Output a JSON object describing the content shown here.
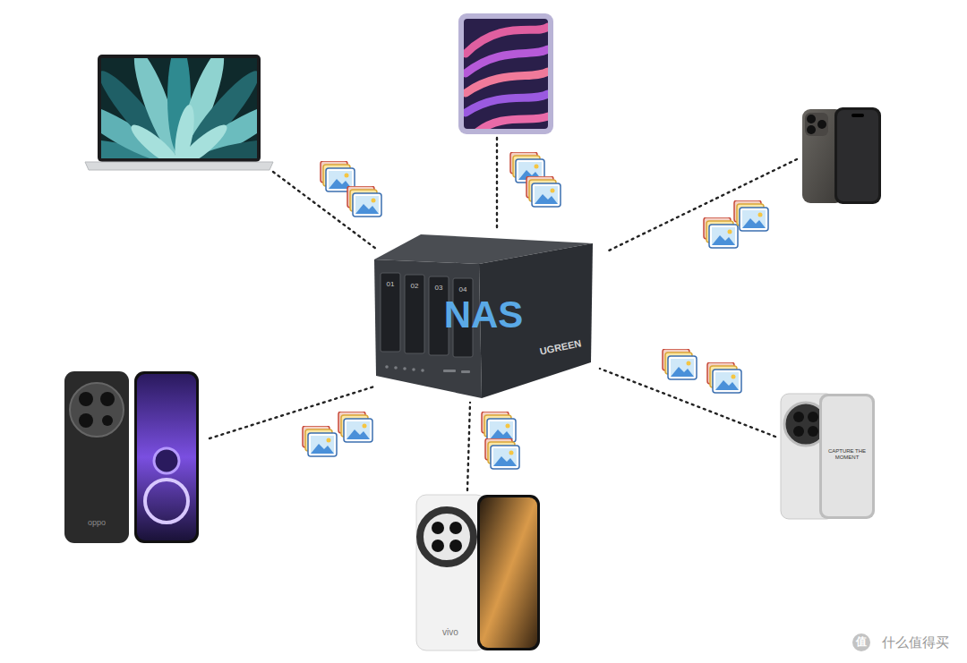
{
  "diagram": {
    "nodes": [
      {
        "text": [
          "NAS"
        ]
      }
    ],
    "labels": [
      "01",
      "02",
      "03",
      "04",
      "UGREEN",
      "oppo",
      "CAPTURE THE MOMENT",
      "vivo",
      "值",
      "什么值得买"
    ]
  }
}
